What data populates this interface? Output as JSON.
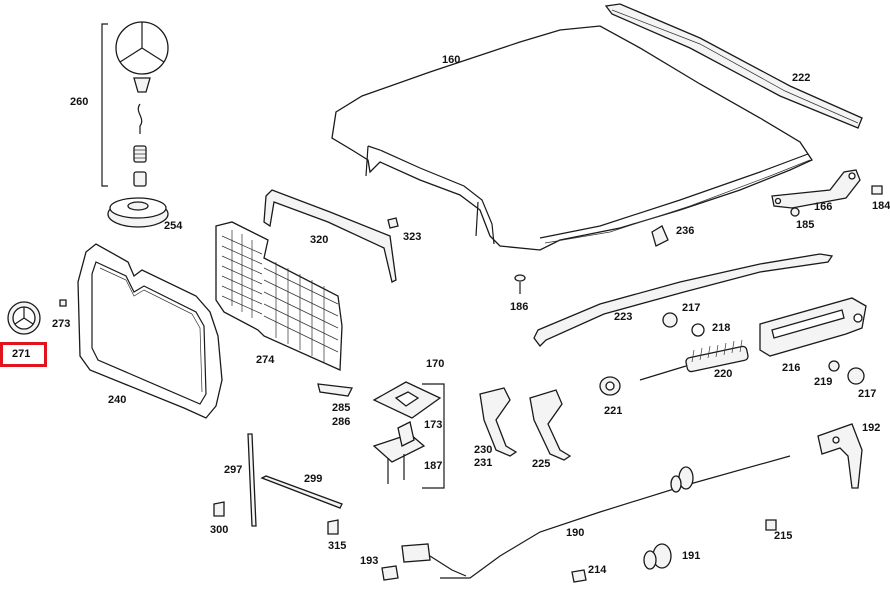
{
  "diagram": {
    "highlight_color": "#e0141c",
    "highlighted_part": "271",
    "labels": {
      "p160": "160",
      "p222": "222",
      "p260": "260",
      "p254": "254",
      "p320": "320",
      "p323": "323",
      "p236": "236",
      "p166": "166",
      "p184": "184",
      "p185": "185",
      "p271": "271",
      "p273": "273",
      "p274": "274",
      "p240": "240",
      "p186": "186",
      "p223": "223",
      "p217a": "217",
      "p218": "218",
      "p216": "216",
      "p220": "220",
      "p219": "219",
      "p217b": "217",
      "p221": "221",
      "p170": "170",
      "p173": "173",
      "p187": "187",
      "p285": "285",
      "p286": "286",
      "p230": "230",
      "p231": "231",
      "p225": "225",
      "p192": "192",
      "p297": "297",
      "p299": "299",
      "p300": "300",
      "p315": "315",
      "p190": "190",
      "p215": "215",
      "p191": "191",
      "p193": "193",
      "p214": "214"
    }
  }
}
